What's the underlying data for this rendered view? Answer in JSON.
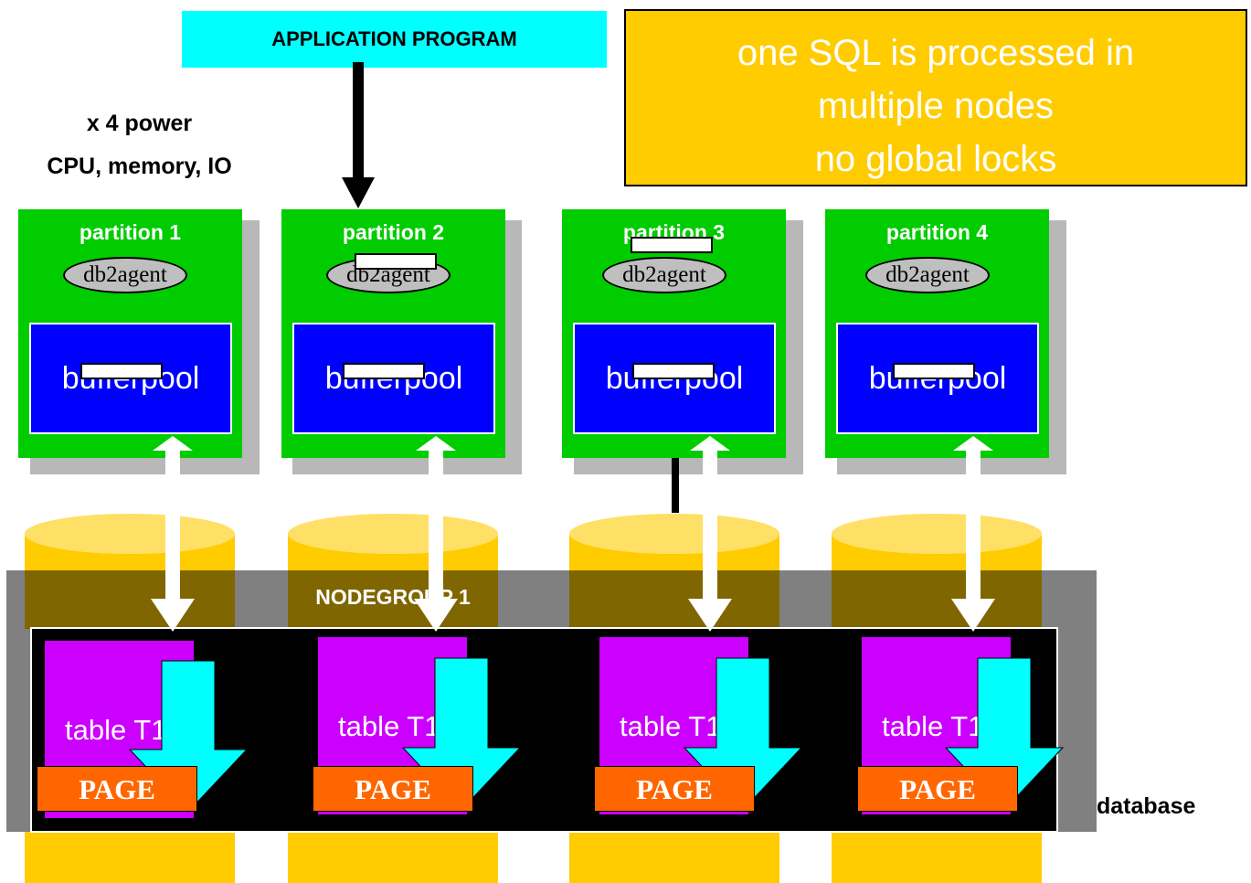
{
  "header": {
    "app_program": "APPLICATION PROGRAM"
  },
  "note": {
    "lines": [
      "one SQL is processed in",
      "multiple nodes",
      "no global locks"
    ]
  },
  "power_label": {
    "lines": [
      "x 4 power",
      "CPU, memory, IO"
    ]
  },
  "partitions": [
    {
      "label": "partition 1",
      "agent": "db2agent",
      "pool": "bufferpool",
      "table": "table T1",
      "page": "PAGE"
    },
    {
      "label": "partition 2",
      "agent": "db2agent",
      "pool": "bufferpool",
      "table": "table T1",
      "page": "PAGE"
    },
    {
      "label": "partition 3",
      "agent": "db2agent",
      "pool": "bufferpool",
      "table": "table T1",
      "page": "PAGE"
    },
    {
      "label": "partition 4",
      "agent": "db2agent",
      "pool": "bufferpool",
      "table": "table T1",
      "page": "PAGE"
    }
  ],
  "nodegroup_label": "NODEGROUP 1",
  "database_label": "database",
  "colors": {
    "app_box": "#00ffff",
    "note_box": "#ffcc00",
    "partition": "#00cc00",
    "bufferpool": "#0000ff",
    "disk": "#ffcc00",
    "nodegroup": "#808080",
    "table": "#cc00ff",
    "page": "#ff6600",
    "arrow": "#00ffff"
  }
}
